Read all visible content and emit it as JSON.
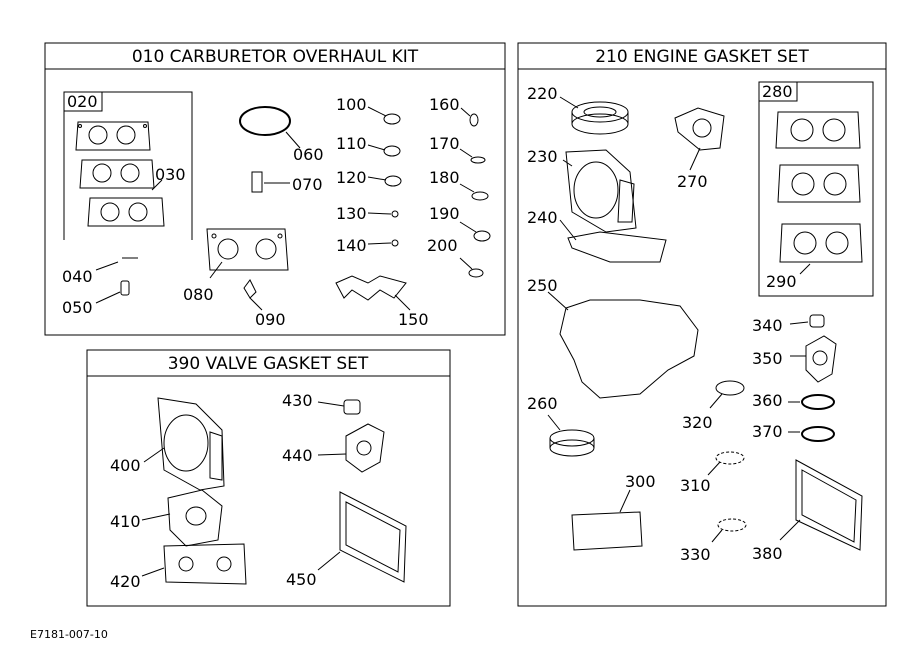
{
  "panels": {
    "carb": {
      "title": "010 CARBURETOR OVERHAUL KIT"
    },
    "engine": {
      "title": "210 ENGINE GASKET SET"
    },
    "valve": {
      "title": "390 VALVE GASKET SET"
    }
  },
  "subkits": {
    "k020": "020",
    "k280": "280"
  },
  "labels": {
    "p030": "030",
    "p040": "040",
    "p050": "050",
    "p060": "060",
    "p070": "070",
    "p080": "080",
    "p090": "090",
    "p100": "100",
    "p110": "110",
    "p120": "120",
    "p130": "130",
    "p140": "140",
    "p150": "150",
    "p160": "160",
    "p170": "170",
    "p180": "180",
    "p190": "190",
    "p200": "200",
    "p220": "220",
    "p230": "230",
    "p240": "240",
    "p250": "250",
    "p260": "260",
    "p270": "270",
    "p290": "290",
    "p300": "300",
    "p310": "310",
    "p320": "320",
    "p330": "330",
    "p340": "340",
    "p350": "350",
    "p360": "360",
    "p370": "370",
    "p380": "380",
    "p400": "400",
    "p410": "410",
    "p420": "420",
    "p430": "430",
    "p440": "440",
    "p450": "450"
  },
  "footer": {
    "code": "E7181-007-10"
  }
}
